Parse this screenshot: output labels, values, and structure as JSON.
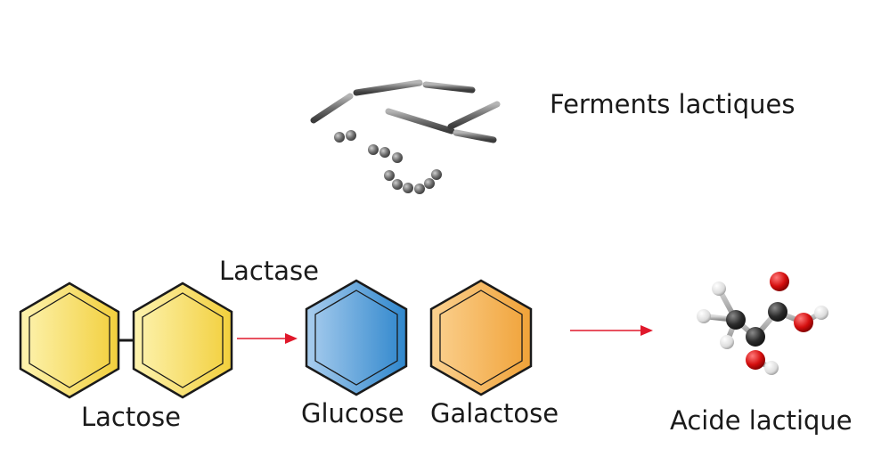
{
  "labels": {
    "ferments": "Ferments lactiques",
    "lactase": "Lactase",
    "lactose": "Lactose",
    "glucose": "Glucose",
    "galactose": "Galactose",
    "acide": "Acide lactique"
  },
  "colors": {
    "lactose_fill_light": "#fdf3b0",
    "lactose_fill_dark": "#f2cf3c",
    "glucose_fill_light": "#a9cdee",
    "glucose_fill_dark": "#2e86cc",
    "galactose_fill_light": "#fbd190",
    "galactose_fill_dark": "#f0a238",
    "outline": "#1a1a1a",
    "arrow": "#e0182b",
    "bacteria": "#6e6e6e",
    "atom_carbon": "#2b2b2b",
    "atom_oxygen": "#d40e0e",
    "atom_hydrogen": "#e6e6e6"
  },
  "icons": {
    "bacteria": "lactic-bacteria-icon",
    "molecule": "lactic-acid-molecule-icon"
  }
}
